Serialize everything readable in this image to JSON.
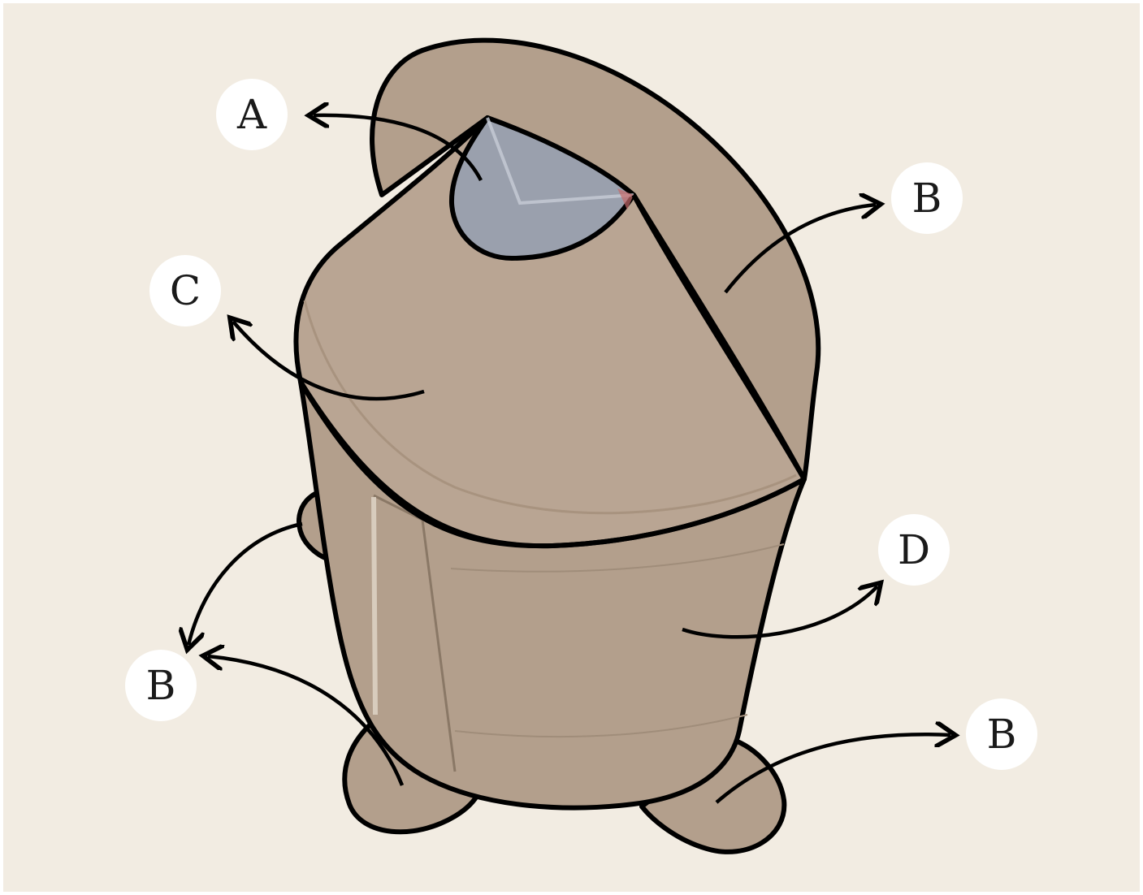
{
  "labels": {
    "a": "A",
    "b_top": "B",
    "c": "C",
    "d": "D",
    "b_left": "B",
    "b_right": "B"
  },
  "colors": {
    "background": "#f2ece2",
    "cardboard": "#b39f8c",
    "cardboard_light": "#c2b09e",
    "cardboard_dark": "#9e8a77",
    "inner_paper": "#9aa0ad",
    "outline": "#000000",
    "label_fill": "#ffffff"
  },
  "icons": {
    "arrow": "arrow-icon"
  }
}
